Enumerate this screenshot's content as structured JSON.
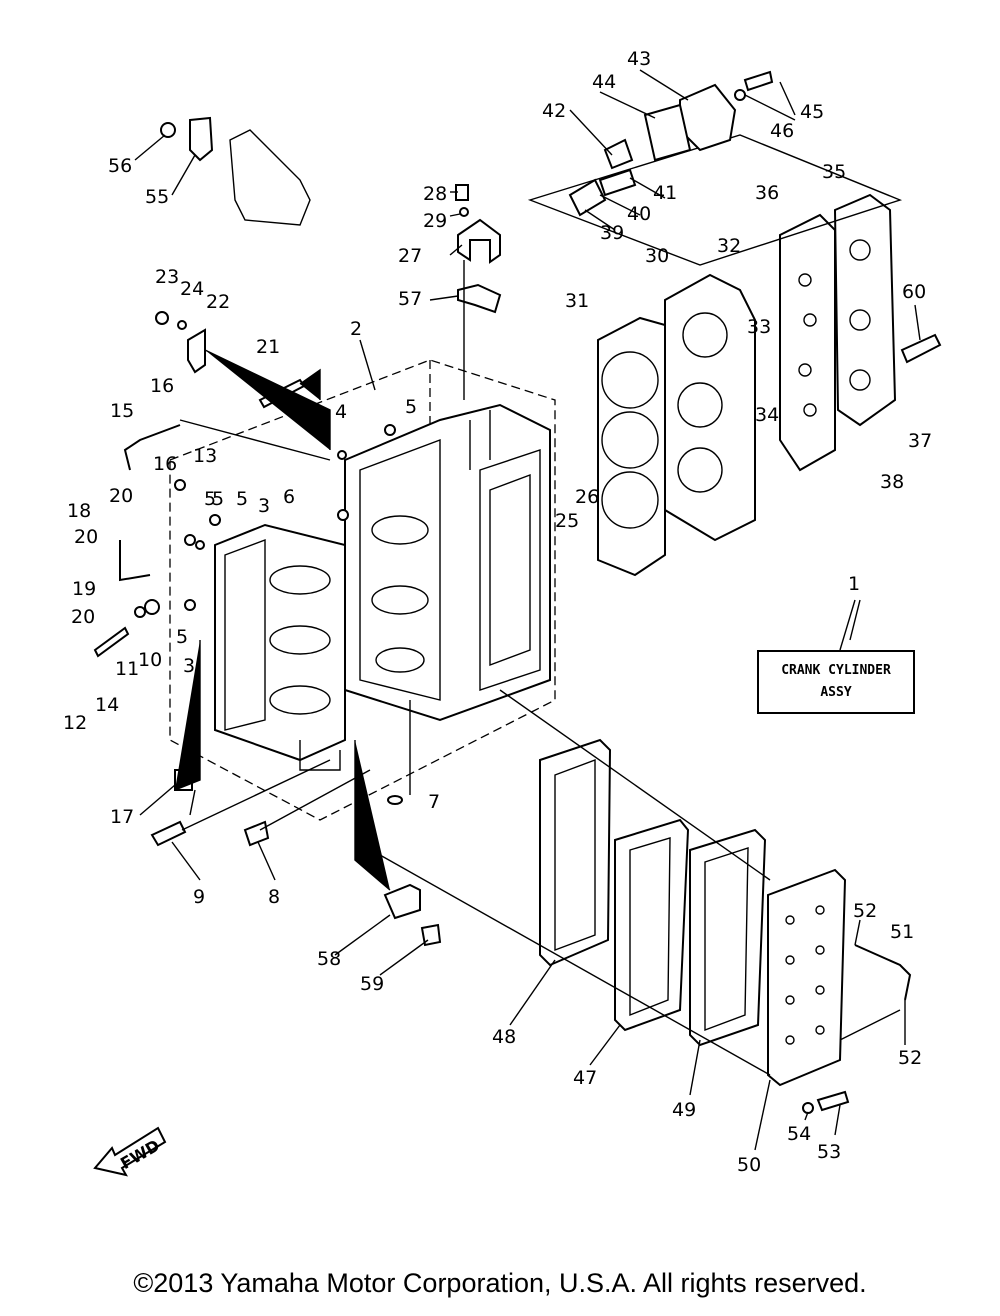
{
  "assembly_label": {
    "line1": "CRANK CYLINDER",
    "line2": "ASSY"
  },
  "fwd_label": "FWD",
  "copyright": "©2013 Yamaha Motor Corporation, U.S.A. All rights reserved.",
  "callouts": [
    "1",
    "2",
    "3",
    "3",
    "4",
    "5",
    "5",
    "5",
    "5",
    "5",
    "6",
    "7",
    "8",
    "9",
    "10",
    "11",
    "12",
    "13",
    "14",
    "15",
    "16",
    "16",
    "17",
    "18",
    "19",
    "20",
    "20",
    "20",
    "21",
    "22",
    "23",
    "24",
    "25",
    "26",
    "27",
    "28",
    "29",
    "30",
    "31",
    "32",
    "33",
    "34",
    "35",
    "36",
    "37",
    "38",
    "39",
    "40",
    "41",
    "42",
    "43",
    "44",
    "45",
    "46",
    "47",
    "48",
    "49",
    "50",
    "51",
    "52",
    "52",
    "53",
    "54",
    "55",
    "56",
    "57",
    "58",
    "59",
    "60"
  ]
}
